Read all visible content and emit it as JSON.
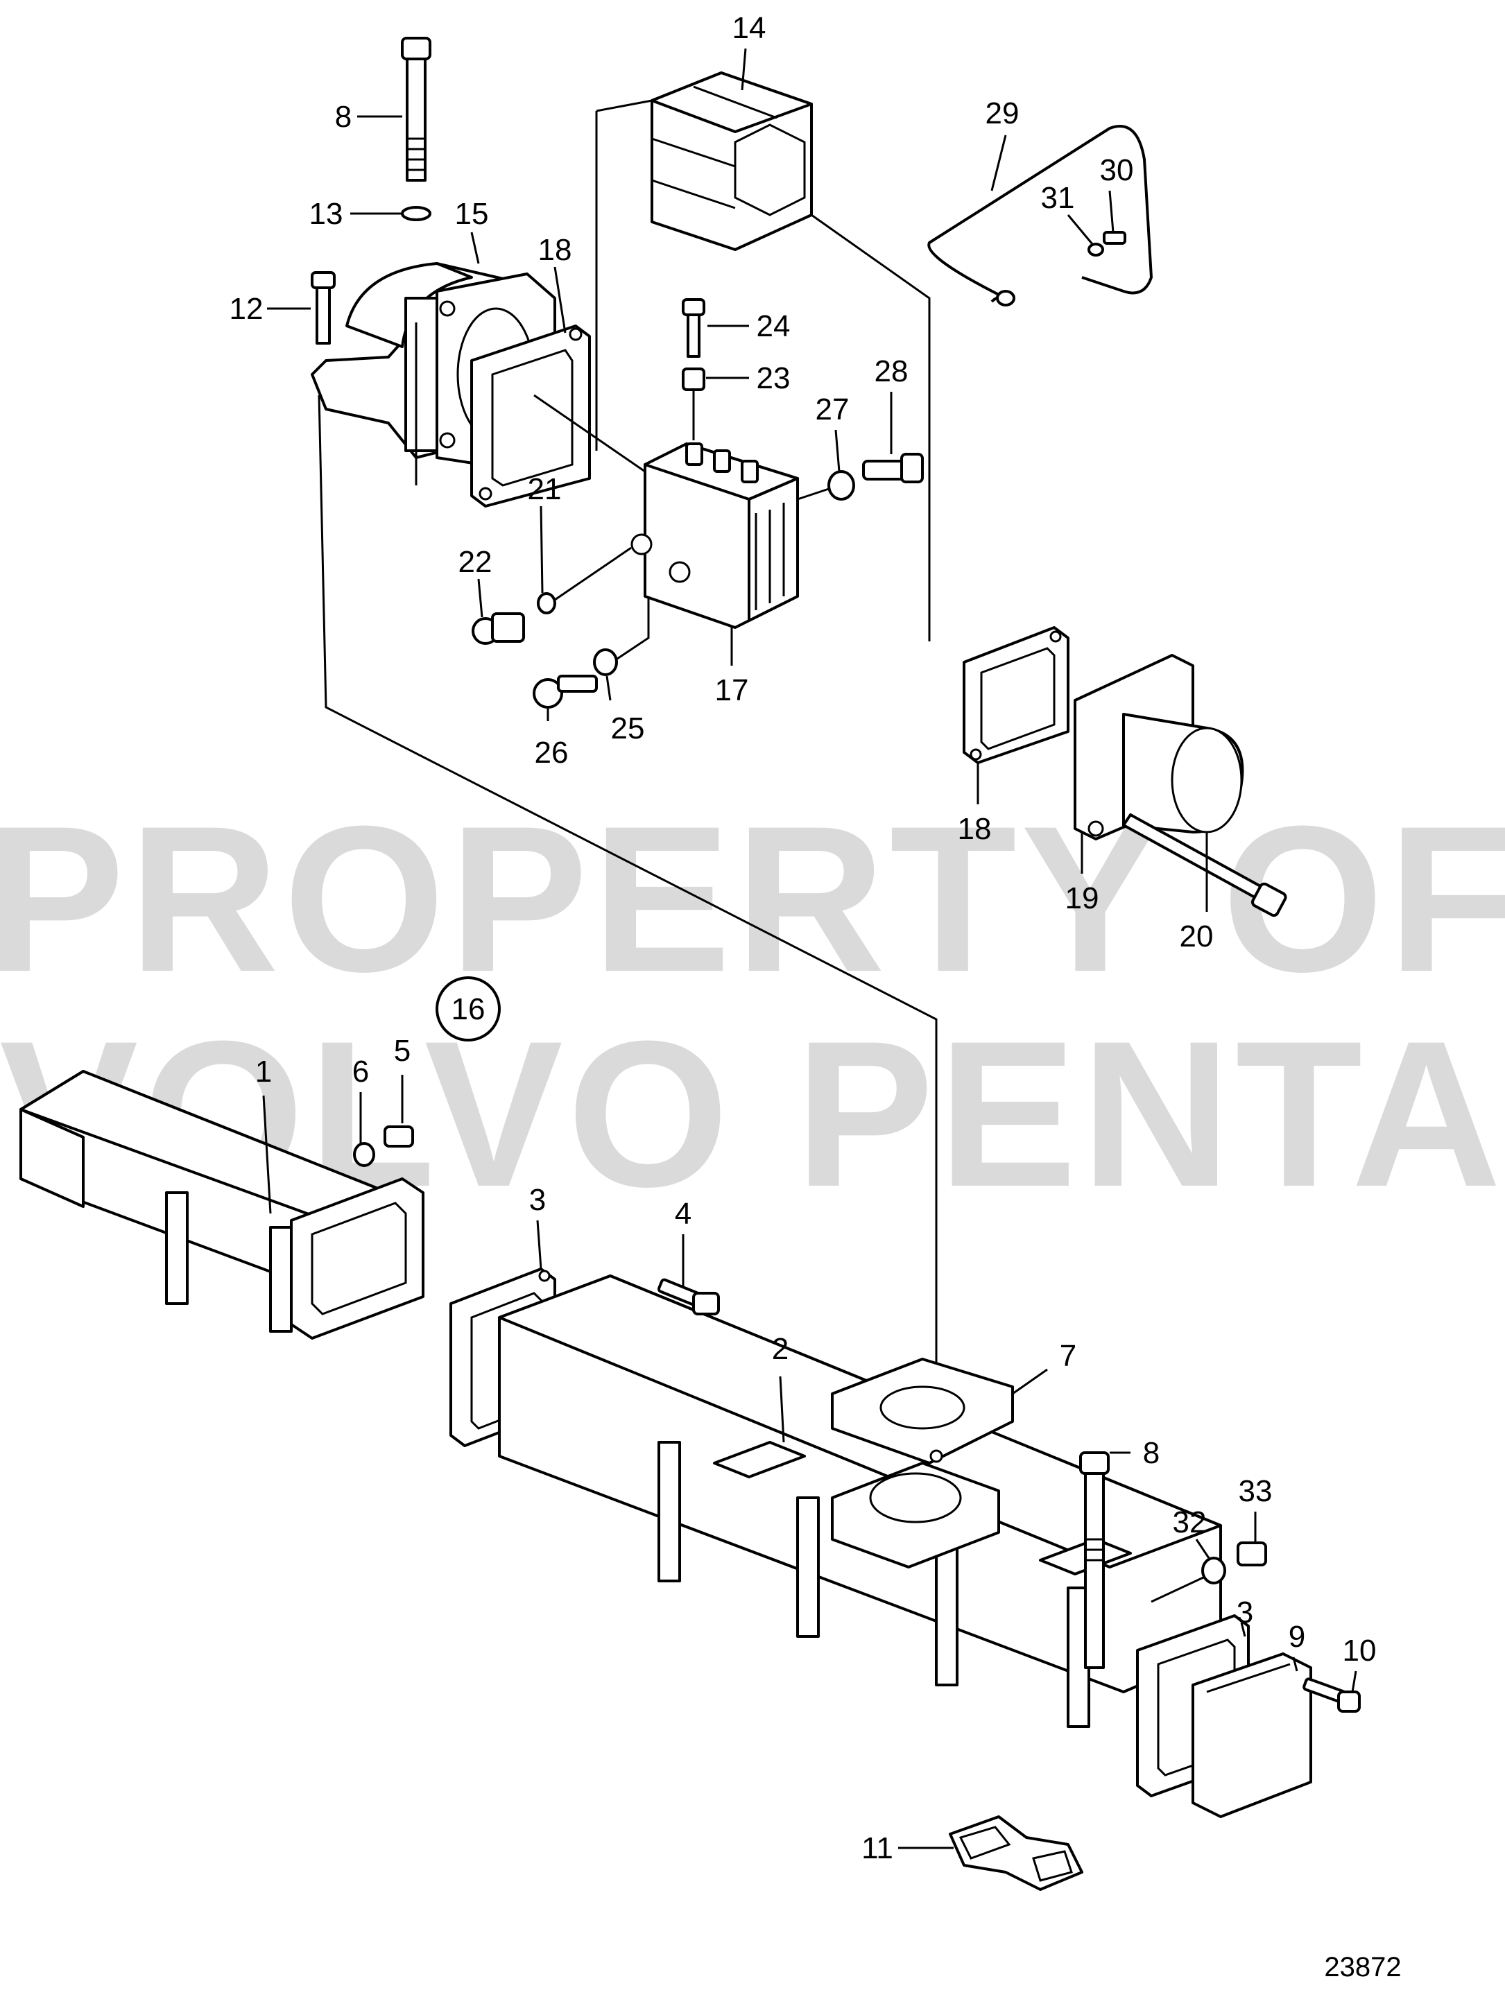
{
  "callouts": [
    {
      "label": "1"
    },
    {
      "label": "2"
    },
    {
      "label": "3"
    },
    {
      "label": "3"
    },
    {
      "label": "4"
    },
    {
      "label": "5"
    },
    {
      "label": "6"
    },
    {
      "label": "7"
    },
    {
      "label": "8"
    },
    {
      "label": "8"
    },
    {
      "label": "9"
    },
    {
      "label": "10"
    },
    {
      "label": "11"
    },
    {
      "label": "12"
    },
    {
      "label": "13"
    },
    {
      "label": "14"
    },
    {
      "label": "15"
    },
    {
      "label": "16"
    },
    {
      "label": "17"
    },
    {
      "label": "18"
    },
    {
      "label": "18"
    },
    {
      "label": "19"
    },
    {
      "label": "20"
    },
    {
      "label": "21"
    },
    {
      "label": "22"
    },
    {
      "label": "23"
    },
    {
      "label": "24"
    },
    {
      "label": "25"
    },
    {
      "label": "26"
    },
    {
      "label": "27"
    },
    {
      "label": "28"
    },
    {
      "label": "29"
    },
    {
      "label": "30"
    },
    {
      "label": "31"
    },
    {
      "label": "32"
    },
    {
      "label": "33"
    }
  ],
  "watermark": {
    "line1": "PROPERTY OF",
    "line2": "VOLVO PENTA"
  },
  "figure_number": "23872"
}
